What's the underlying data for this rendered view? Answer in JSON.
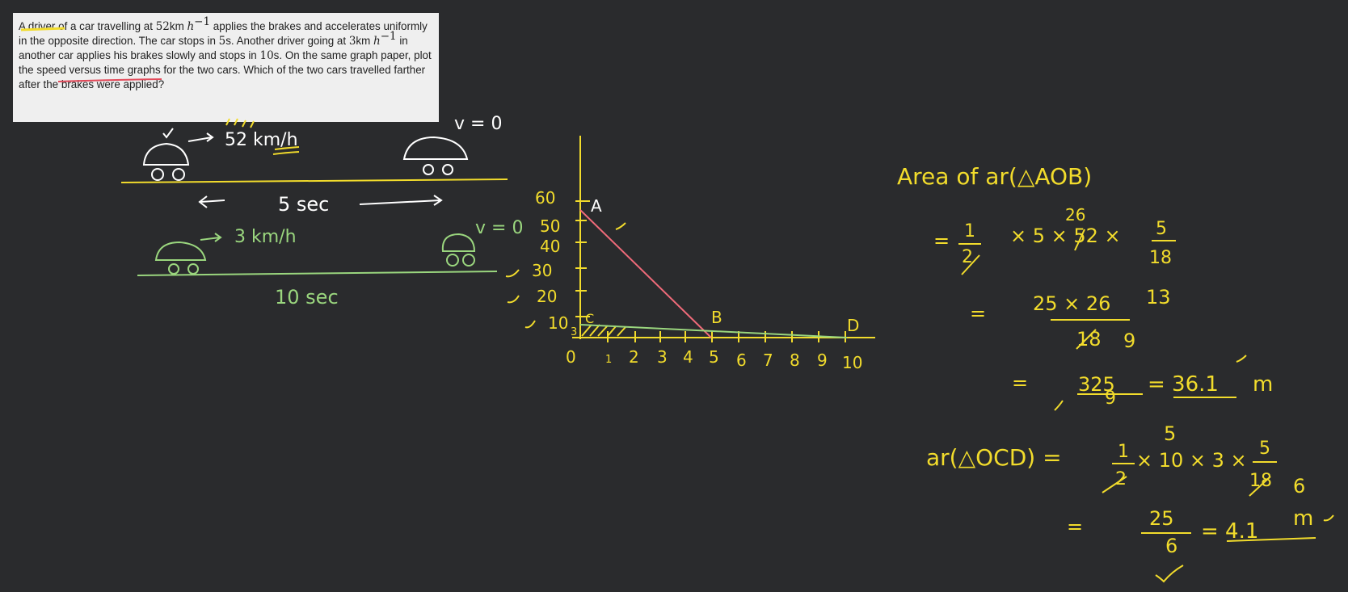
{
  "question": {
    "p1": "A driver of a car travelling at ",
    "v1": "52",
    "unit1": "km ",
    "h1": "h",
    "exp1": "−1",
    "p2": " applies the brakes and accelerates uniformly in the opposite direction. The car stops in ",
    "t1": "5",
    "s1": "s",
    "p3": ". Another driver going at ",
    "v2": "3",
    "unit2": "km ",
    "h2": "h",
    "exp2": "−1",
    "p4": " in another car applies his brakes slowly and stops in ",
    "t2": "10",
    "s2": "s",
    "p5": ". On the same graph paper, plot the speed versus time graphs for the two cars. Which of the two cars travelled farther after the brakes were applied?"
  },
  "sketch": {
    "car1_speed": "52 km/h",
    "car1_final": "v = 0",
    "car1_time": "5 sec",
    "car2_speed": "3 km/h",
    "car2_final": "v = 0",
    "car2_time": "10 sec"
  },
  "graph": {
    "y_ticks": [
      "60",
      "50",
      "40",
      "30",
      "20",
      "10",
      "3"
    ],
    "x_ticks": [
      "0",
      "1",
      "2",
      "3",
      "4",
      "5",
      "6",
      "7",
      "8",
      "9",
      "10"
    ],
    "points": {
      "A": "A",
      "B": "B",
      "C": "C",
      "D": "D"
    },
    "line_colors": {
      "car1": "#f06b7a",
      "car2": "#9ad67e",
      "axes": "#f2dc2c"
    }
  },
  "working": {
    "heading": "Area of ar(△AOB)",
    "l1_eq": "=",
    "l1_f1_num": "1",
    "l1_f1_den": "2",
    "l1_mid": "× 5 × 52 ×",
    "l1_cancel_note": "26",
    "l1_f2_num": "5",
    "l1_f2_den": "18",
    "l2_eq": "=",
    "l2_num": "25 × 26",
    "l2_num_note": "13",
    "l2_den": "18",
    "l2_den_note": "9",
    "l3_eq": "=",
    "l3_num": "325",
    "l3_den": "9",
    "l3_result": "= 36.1",
    "l3_unit": "m",
    "l4_label": "ar(△OCD) =",
    "l4_f1_num": "1",
    "l4_f1_den": "2",
    "l4_mid": "× 10 × 3 ×",
    "l4_note": "5",
    "l4_f2_num": "5",
    "l4_f2_den": "18",
    "l4_f2_note": "6",
    "l5_eq": "=",
    "l5_num": "25",
    "l5_den": "6",
    "l5_result": "= 4.1",
    "l5_unit": "m"
  }
}
